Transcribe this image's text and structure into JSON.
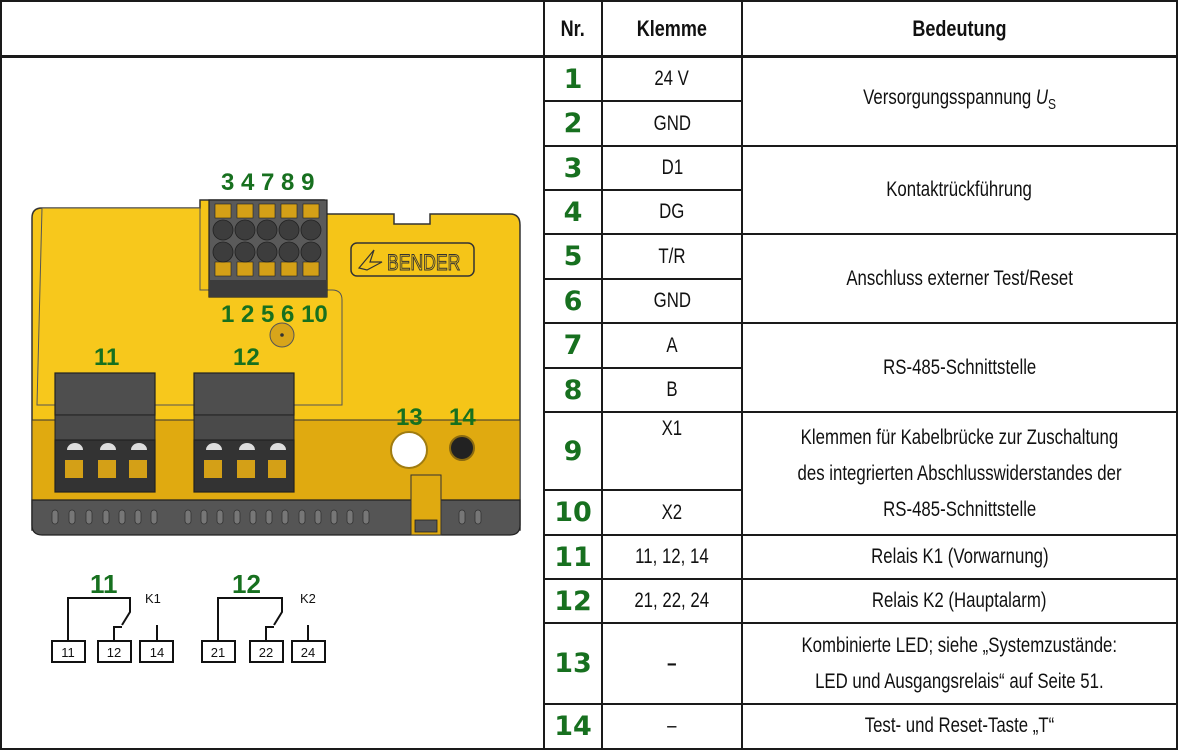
{
  "table": {
    "headers": {
      "nr": "Nr.",
      "klemme": "Klemme",
      "bedeutung": "Bedeutung"
    },
    "rows": [
      {
        "nr": "1",
        "klemme": "24 V"
      },
      {
        "nr": "2",
        "klemme": "GND"
      },
      {
        "nr": "3",
        "klemme": "D1"
      },
      {
        "nr": "4",
        "klemme": "DG"
      },
      {
        "nr": "5",
        "klemme": "T/R"
      },
      {
        "nr": "6",
        "klemme": "GND"
      },
      {
        "nr": "7",
        "klemme": "A"
      },
      {
        "nr": "8",
        "klemme": "B"
      },
      {
        "nr": "9",
        "klemme": "X1"
      },
      {
        "nr": "10",
        "klemme": "X2"
      },
      {
        "nr": "11",
        "klemme": "11, 12, 14"
      },
      {
        "nr": "12",
        "klemme": "21, 22, 24"
      },
      {
        "nr": "13",
        "klemme": "–"
      },
      {
        "nr": "14",
        "klemme": "–"
      }
    ],
    "meanings": {
      "m1_2_text": "Versorgungsspannung ",
      "m1_2_var": "U",
      "m1_2_sub": "S",
      "m3_4": "Kontaktrückführung",
      "m5_6": "Anschluss externer Test/Reset",
      "m7_8": "RS-485-Schnittstelle",
      "m9_10_line1": "Klemmen für Kabelbrücke zur Zuschaltung",
      "m9_10_line2": "des integrierten Abschlusswiderstandes der",
      "m9_10_line3": "RS-485-Schnittstelle",
      "m11": "Relais K1 (Vorwarnung)",
      "m12": "Relais K2 (Hauptalarm)",
      "m13_line1": "Kombinierte LED; siehe „Systemzustände:",
      "m13_line2": "LED und Ausgangsrelais“ auf Seite 51.",
      "m14": "Test- und Reset-Taste „T“"
    }
  },
  "device": {
    "brand": "BENDER",
    "labels_top": "3 4 7 8 9",
    "labels_bottom": "1 2 5 6 10",
    "label_11": "11",
    "label_12": "12",
    "label_13": "13",
    "label_14": "14"
  },
  "schematic": {
    "k1_label": "11",
    "k1_name": "K1",
    "k1_terminals": [
      "11",
      "12",
      "14"
    ],
    "k2_label": "12",
    "k2_name": "K2",
    "k2_terminals": [
      "21",
      "22",
      "24"
    ]
  },
  "colors": {
    "label_green": "#17701f",
    "housing_yellow": "#f5c518",
    "terminal_dark": "#4a4a4a"
  }
}
